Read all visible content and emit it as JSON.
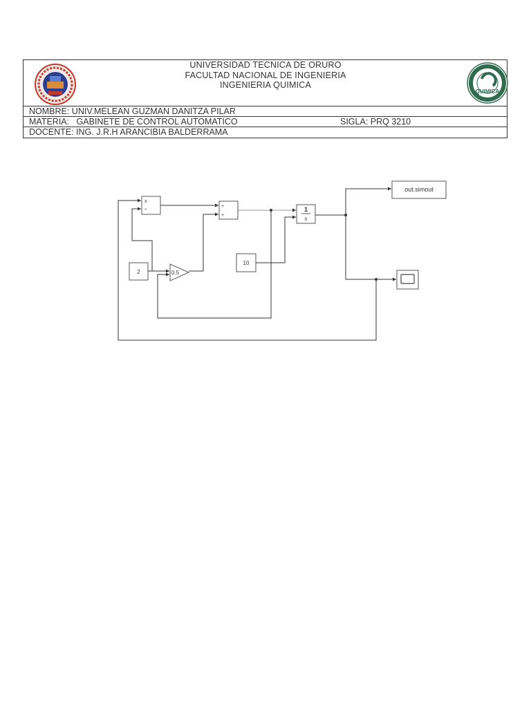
{
  "header": {
    "line1": "UNIVERSIDAD TECNICA DE ORURO",
    "line2": "FACULTAD NACIONAL DE INGENIERIA",
    "line3": "INGENIERIA QUIMICA",
    "nombre": "NOMBRE: UNIV.MELEAN GUZMAN DANITZA PILAR",
    "materia": "MATERIA:   GABINETE DE CONTROL AUTOMATICO",
    "sigla": "SIGLA: PRQ 3210",
    "docente": "DOCENTE: ING. J.R.H ARANCIBIA BALDERRAMA",
    "right_logo_text": "QUIMICA"
  },
  "diagram": {
    "product_in1": "x",
    "product_in2": "÷",
    "sum_in1": "+",
    "sum_in2": "+",
    "integrator_num": "1",
    "integrator_den": "s",
    "const_2": "2",
    "gain": "0.5",
    "const_10": "10",
    "to_workspace": "out.simout"
  },
  "colors": {
    "line": "#333333",
    "logo_left_ring": "#c0392b",
    "logo_left_inner": "#2c3e8f",
    "logo_right_ring": "#2e6b4f"
  }
}
